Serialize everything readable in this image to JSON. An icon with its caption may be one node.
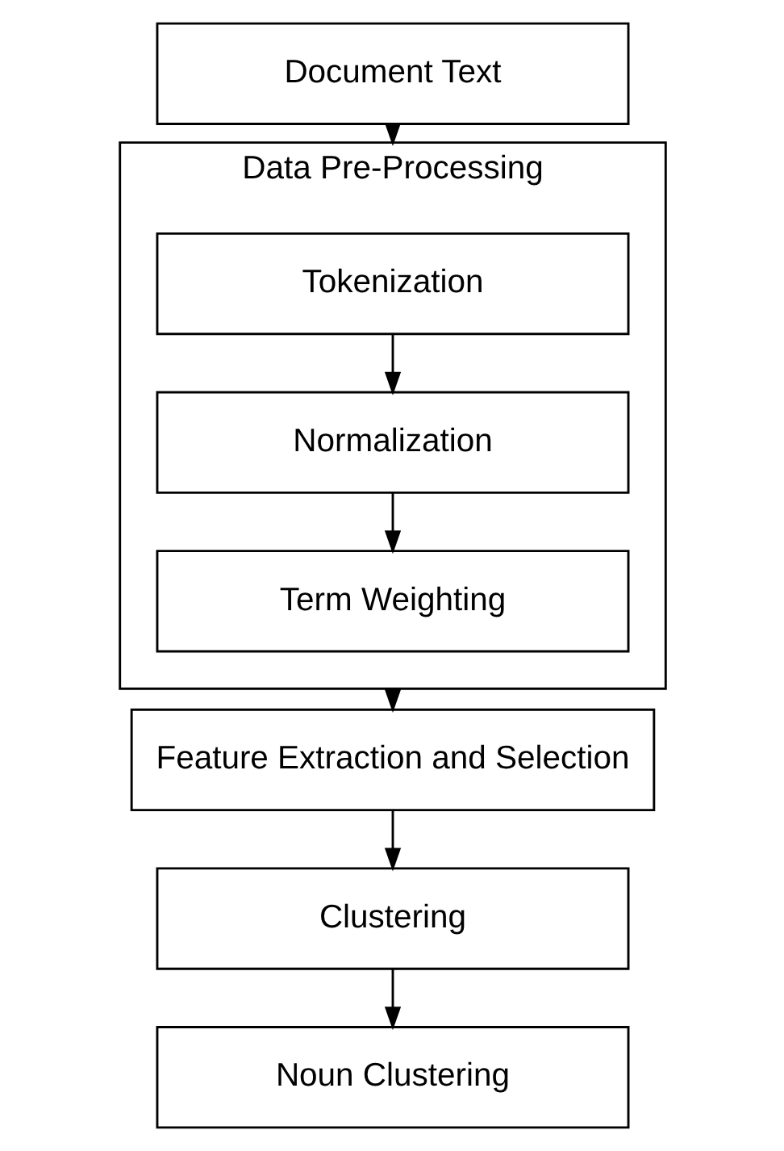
{
  "diagram": {
    "nodes": [
      {
        "text": [
          "Document Text"
        ]
      },
      {
        "text": [
          "Data Pre-Processing"
        ]
      },
      {
        "text": [
          "Tokenization"
        ],
        "in": 1
      },
      {
        "text": [
          "Normalization"
        ],
        "in": 1
      },
      {
        "text": [
          "Term Weighting"
        ],
        "in": 1
      },
      {
        "text": [
          "Feature Extraction and Selection"
        ]
      },
      {
        "text": [
          "Clustering"
        ]
      },
      {
        "text": [
          "Noun Clustering"
        ]
      }
    ],
    "edges": [
      {
        "from": 0,
        "to": 1,
        "arrow": "to"
      },
      {
        "from": 2,
        "to": 3,
        "arrow": "to"
      },
      {
        "from": 3,
        "to": 4,
        "arrow": "to"
      },
      {
        "from": 1,
        "to": 5,
        "arrow": "to"
      },
      {
        "from": 5,
        "to": 6,
        "arrow": "to"
      },
      {
        "from": 6,
        "to": 7,
        "arrow": "to"
      }
    ]
  }
}
